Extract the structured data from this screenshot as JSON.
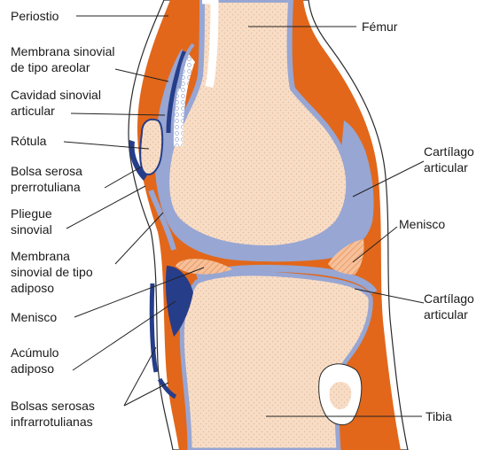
{
  "labels": {
    "periostio": "Periostio",
    "membrana_areolar_1": "Membrana sinovial",
    "membrana_areolar_2": "de tipo areolar",
    "cavidad_1": "Cavidad sinovial",
    "cavidad_2": "articular",
    "rotula": "Rótula",
    "bolsa_pre_1": "Bolsa serosa",
    "bolsa_pre_2": "prerrotuliana",
    "pliegue_1": "Pliegue",
    "pliegue_2": "sinovial",
    "membrana_adiposo_1": "Membrana",
    "membrana_adiposo_2": "sinovial de tipo",
    "membrana_adiposo_3": "adiposo",
    "menisco_left": "Menisco",
    "acumulo_1": "Acúmulo",
    "acumulo_2": "adiposo",
    "bolsas_infra_1": "Bolsas serosas",
    "bolsas_infra_2": "infrarrotulianas",
    "femur": "Fémur",
    "cartilago_top_1": "Cartílago",
    "cartilago_top_2": "articular",
    "menisco_right": "Menisco",
    "cartilago_bottom_1": "Cartílago",
    "cartilago_bottom_2": "articular",
    "tibia": "Tibia"
  },
  "colors": {
    "soft_tissue": "#e2671a",
    "bone": "#f8ddc6",
    "synovial": "#97a6d3",
    "dark_blue": "#263d8a",
    "fat_pad": "#f5c09a",
    "outline": "#2a2a2a"
  }
}
